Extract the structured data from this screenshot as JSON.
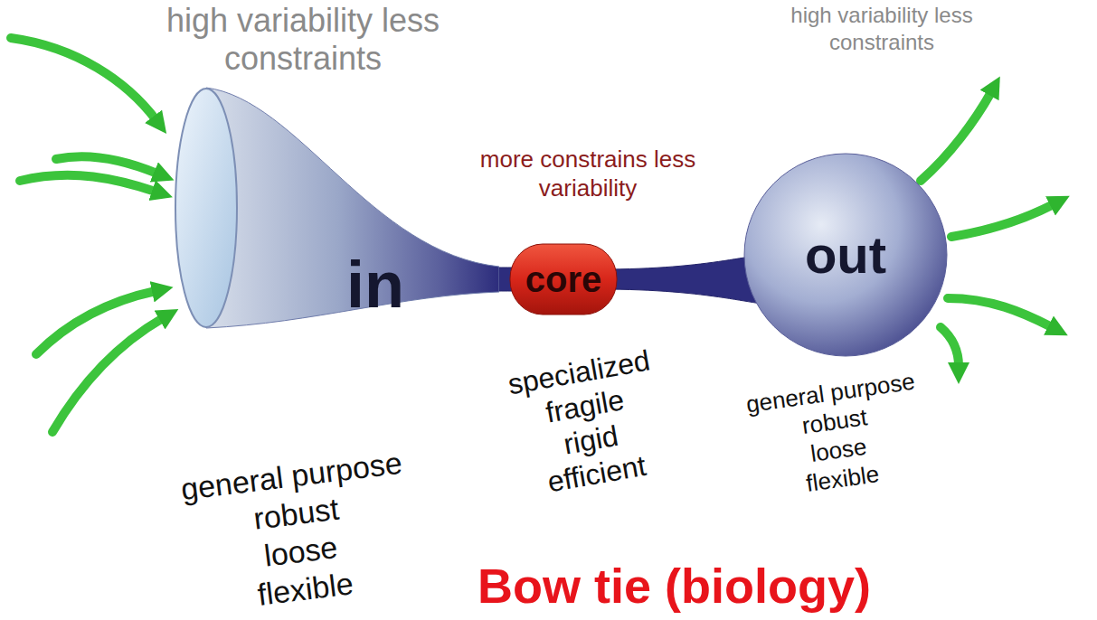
{
  "diagram": {
    "caption": "Bow tie (biology)",
    "nodes": [
      {
        "text": [
          "in"
        ]
      },
      {
        "text": [
          "core"
        ]
      },
      {
        "text": [
          "out"
        ]
      }
    ],
    "edges": [
      {
        "from": 0,
        "to": 1,
        "arrow": "none"
      },
      {
        "from": 1,
        "to": 2,
        "arrow": "none"
      }
    ],
    "labels": [
      "high variability less constraints",
      "more constrains less variability",
      "high variability less constraints",
      "general purpose",
      "robust",
      "loose",
      "flexible",
      "specialized",
      "fragile",
      "rigid",
      "efficient",
      "general purpose",
      "robust",
      "loose",
      "flexible"
    ]
  }
}
